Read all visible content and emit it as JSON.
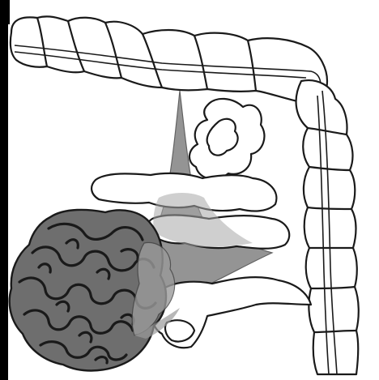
{
  "figure": {
    "colors": {
      "background": "#000000",
      "panel": "#ffffff",
      "outline": "#1a1a1a",
      "small_bowel_mass": "#6e6e6e",
      "small_bowel_loops": "#3a3a3a",
      "mesentery_shade": "#8a8a8a",
      "mesentery_overlap": "#a8a8a8"
    },
    "structures": [
      {
        "id": "colon",
        "icon": "large-intestine"
      },
      {
        "id": "small-bowel",
        "icon": "bowel-loops"
      },
      {
        "id": "mesentery",
        "icon": "fan-shape"
      }
    ]
  }
}
